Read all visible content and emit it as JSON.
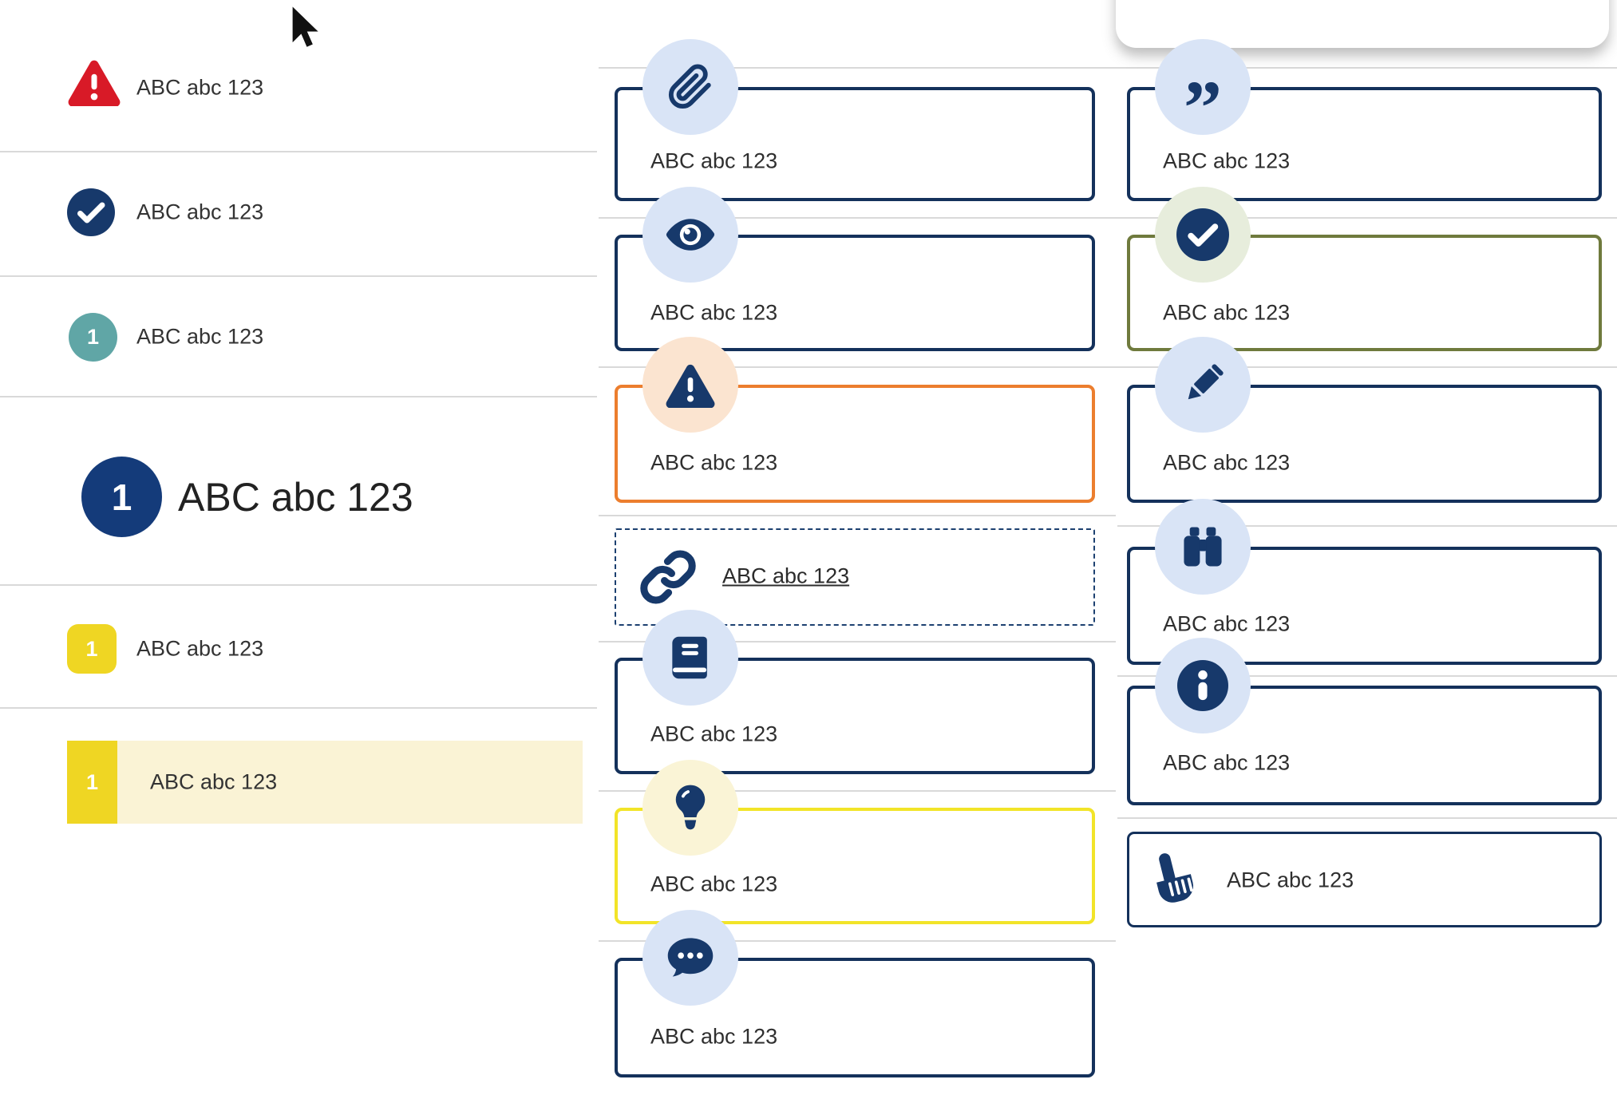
{
  "colors": {
    "navy_border": "#14315B",
    "navy_icon": "#17396B",
    "navy_circle_fill": "#143B7A",
    "red": "#D81A27",
    "teal": "#60A6A6",
    "yellow": "#EFD623",
    "yellow_border": "#F2E428",
    "orange_border": "#EC7E2E",
    "olive_border": "#6F7A3D",
    "pale_blue": "#D9E4F6",
    "pale_peach": "#FBE4D0",
    "pale_yellow": "#FAF4D6",
    "pale_green": "#E7EDDC",
    "highlight_bg": "#FAF3D5",
    "separator": "#D9D9D9",
    "text": "#333333"
  },
  "icons": {
    "quote_glyph": "”"
  },
  "left_list": {
    "rows": [
      {
        "icon": "warning-triangle-icon",
        "label": "ABC abc 123"
      },
      {
        "icon": "check-circle-icon",
        "label": "ABC abc 123"
      },
      {
        "icon": "number-circle-teal",
        "badge": "1",
        "label": "ABC abc 123"
      },
      {
        "icon": "number-circle-large",
        "badge": "1",
        "label": "ABC abc 123"
      },
      {
        "icon": "number-square-yellow",
        "badge": "1",
        "label": "ABC abc 123"
      },
      {
        "icon": "number-bar-yellow-highlighted",
        "badge": "1",
        "label": "ABC abc 123"
      }
    ]
  },
  "middle_callouts": [
    {
      "icon": "paperclip-icon",
      "label": "ABC abc 123"
    },
    {
      "icon": "eye-icon",
      "label": "ABC abc 123"
    },
    {
      "icon": "warning-triangle-icon",
      "label": "ABC abc 123"
    },
    {
      "icon": "link-icon",
      "label": "ABC abc 123"
    },
    {
      "icon": "book-icon",
      "label": "ABC abc 123"
    },
    {
      "icon": "lightbulb-icon",
      "label": "ABC abc 123"
    },
    {
      "icon": "chat-dots-icon",
      "label": "ABC abc 123"
    }
  ],
  "right_callouts": [
    {
      "icon": "quote-icon",
      "label": "ABC abc 123"
    },
    {
      "icon": "check-circle-icon",
      "label": "ABC abc 123"
    },
    {
      "icon": "pencil-icon",
      "label": "ABC abc 123"
    },
    {
      "icon": "binoculars-icon",
      "label": "ABC abc 123"
    },
    {
      "icon": "info-circle-icon",
      "label": "ABC abc 123"
    },
    {
      "icon": "hand-pointer-icon",
      "label": "ABC abc 123"
    }
  ]
}
